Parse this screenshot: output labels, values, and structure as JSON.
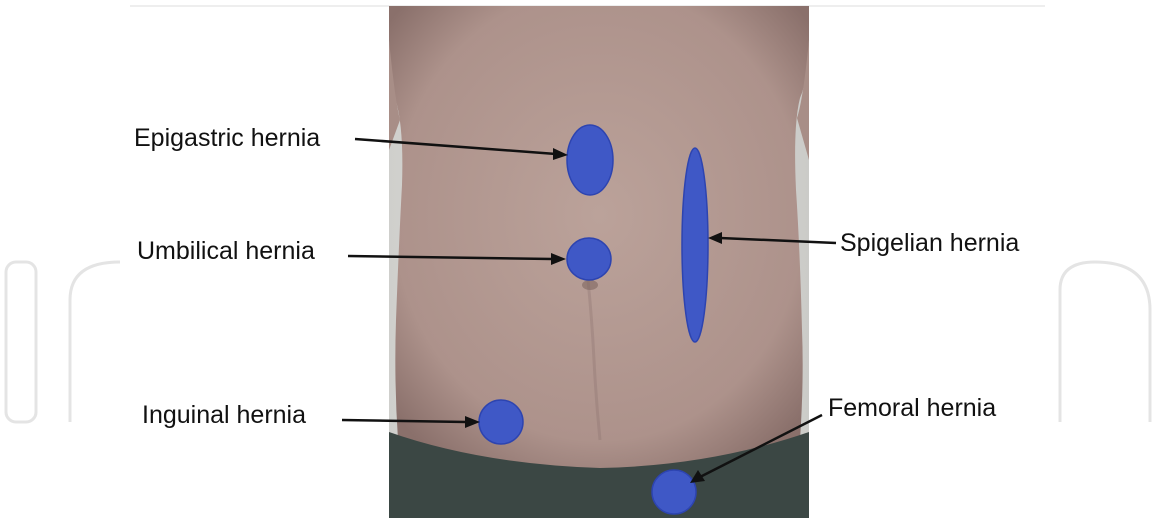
{
  "colors": {
    "marker_fill": "#3f58c6",
    "marker_stroke": "#2d44b0",
    "skin": "#b59a93",
    "skin_shadow": "#8f7570",
    "background_wall": "#d9d9d7",
    "pants": "#3b4744",
    "watermark": "#e4e4e4",
    "arrow": "#111111"
  },
  "labels": {
    "epigastric": "Epigastric hernia",
    "umbilical": "Umbilical hernia",
    "inguinal": "Inguinal hernia",
    "spigelian": "Spigelian hernia",
    "femoral": "Femoral hernia"
  }
}
